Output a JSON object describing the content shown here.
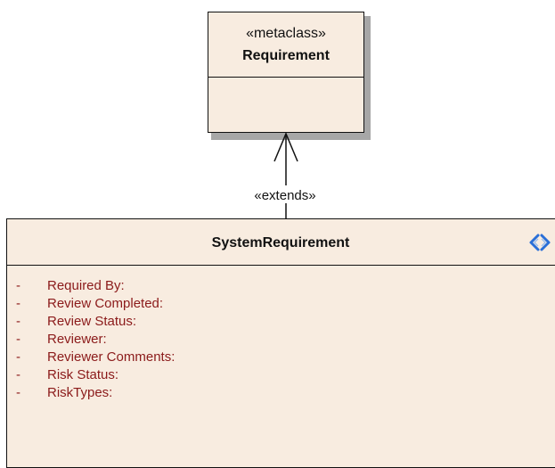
{
  "metaclass": {
    "stereotype": "«metaclass»",
    "name": "Requirement"
  },
  "connector": {
    "label": "«extends»"
  },
  "system_requirement": {
    "name": "SystemRequirement",
    "icon": "stereotype-icon",
    "attributes": [
      {
        "visibility": "-",
        "name": "Required By:"
      },
      {
        "visibility": "-",
        "name": "Review Completed:"
      },
      {
        "visibility": "-",
        "name": "Review Status:"
      },
      {
        "visibility": "-",
        "name": "Reviewer:"
      },
      {
        "visibility": "-",
        "name": "Reviewer Comments:"
      },
      {
        "visibility": "-",
        "name": "Risk Status:"
      },
      {
        "visibility": "-",
        "name": "RiskTypes:"
      }
    ]
  },
  "colors": {
    "class_fill": "#f8ece0",
    "border": "#111111",
    "attribute_text": "#8b1a1a",
    "icon": "#2a6fd8",
    "shadow": "#a7a7a7"
  }
}
